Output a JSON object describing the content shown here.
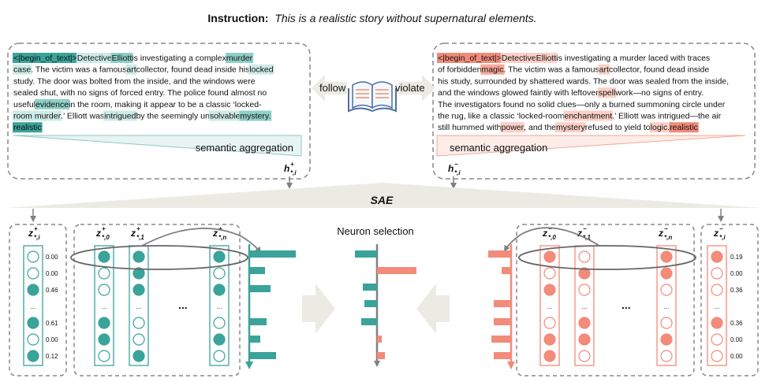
{
  "instruction": {
    "label": "Instruction:",
    "text": "This is a realistic story without supernatural elements."
  },
  "follow_label": "follow",
  "violate_label": "violate",
  "sae_label": "SAE",
  "neuron_selection_label": "Neuron selection",
  "semantic_aggregation_label": "semantic aggregation",
  "colors": {
    "positive": "#3aa39a",
    "negative": "#f28b7a",
    "pos_highlight": "#cdebe6",
    "neg_highlight": "#fbd0c6"
  },
  "positive_story": {
    "lines": [
      [
        {
          "t": "<|begin_of_text|>",
          "h": "strong"
        },
        {
          "t": " "
        },
        {
          "t": "Detective",
          "h": "light"
        },
        {
          "t": " "
        },
        {
          "t": "Elliott",
          "h": "mid"
        },
        {
          "t": " is investigating a complex "
        },
        {
          "t": "murder",
          "h": "mid"
        }
      ],
      [
        {
          "t": "case",
          "h": "light"
        },
        {
          "t": ". The victim was a famous "
        },
        {
          "t": "art",
          "h": "light"
        },
        {
          "t": " collector, found dead inside his "
        },
        {
          "t": "locked",
          "h": "light"
        }
      ],
      [
        {
          "t": "study. The door was bolted from the inside, and the windows were"
        }
      ],
      [
        {
          "t": "sealed shut, with no signs of forced entry. The police found almost no"
        }
      ],
      [
        {
          "t": "useful "
        },
        {
          "t": "evidence",
          "h": "mid"
        },
        {
          "t": " in the room, making it appear to be a classic ‘locked-"
        }
      ],
      [
        {
          "t": "room murder",
          "h": "light"
        },
        {
          "t": ".’ Elliott was "
        },
        {
          "t": "intrigued",
          "h": "light"
        },
        {
          "t": " by the seemingly un"
        },
        {
          "t": "solvable",
          "h": "light"
        },
        {
          "t": " "
        },
        {
          "t": "mystery.",
          "h": "mid"
        }
      ],
      [
        {
          "t": "realistic",
          "h": "strong"
        }
      ]
    ],
    "hidden_label": "h+*,i"
  },
  "negative_story": {
    "lines": [
      [
        {
          "t": "<|begin_of_text|>",
          "h": "strong"
        },
        {
          "t": " "
        },
        {
          "t": "Detective",
          "h": "light"
        },
        {
          "t": " "
        },
        {
          "t": "Elliott",
          "h": "light"
        },
        {
          "t": " is investigating a murder laced with traces"
        }
      ],
      [
        {
          "t": "of forbidden "
        },
        {
          "t": "magic",
          "h": "mid"
        },
        {
          "t": ". The victim was a famous "
        },
        {
          "t": "art",
          "h": "light"
        },
        {
          "t": " collector, found dead inside"
        }
      ],
      [
        {
          "t": "his study, surrounded by shattered wards. The door was sealed from the inside,"
        }
      ],
      [
        {
          "t": "and the windows glowed faintly with leftover "
        },
        {
          "t": "spell",
          "h": "light"
        },
        {
          "t": "work—no signs of entry."
        }
      ],
      [
        {
          "t": "The investigators found no solid clues—only a burned summoning circle under"
        }
      ],
      [
        {
          "t": "the rug, like a classic ‘locked-room "
        },
        {
          "t": "enchantment",
          "h": "light"
        },
        {
          "t": ".’ Elliott was intrigued—the air"
        }
      ],
      [
        {
          "t": "still hummed with "
        },
        {
          "t": "power",
          "h": "light"
        },
        {
          "t": ", and the "
        },
        {
          "t": "mystery",
          "h": "light"
        },
        {
          "t": " refused to yield to "
        },
        {
          "t": "logic",
          "h": "light"
        },
        {
          "t": ". "
        },
        {
          "t": "realistic",
          "h": "strong"
        }
      ]
    ],
    "hidden_label": "h−*,i"
  },
  "pos_vector": {
    "label": "z+*,i",
    "values": [
      "0.00",
      "0.00",
      "0.46",
      "0.61",
      "0.00",
      "0.12"
    ],
    "filled": [
      false,
      false,
      true,
      true,
      false,
      true
    ]
  },
  "neg_vector": {
    "label": "z−*,i",
    "values": [
      "0.19",
      "0.00",
      "0.36",
      "0.36",
      "0.00",
      "0.00"
    ],
    "filled": [
      true,
      false,
      false,
      true,
      false,
      false
    ]
  },
  "pos_columns": {
    "labels": [
      "z+*,0",
      "z+*,1",
      "z+*,n"
    ],
    "ellipsis": "..."
  },
  "neg_columns": {
    "labels": [
      "z−*,0",
      "z−*,1",
      "z−*,n"
    ],
    "ellipsis": "..."
  },
  "dots": "..."
}
